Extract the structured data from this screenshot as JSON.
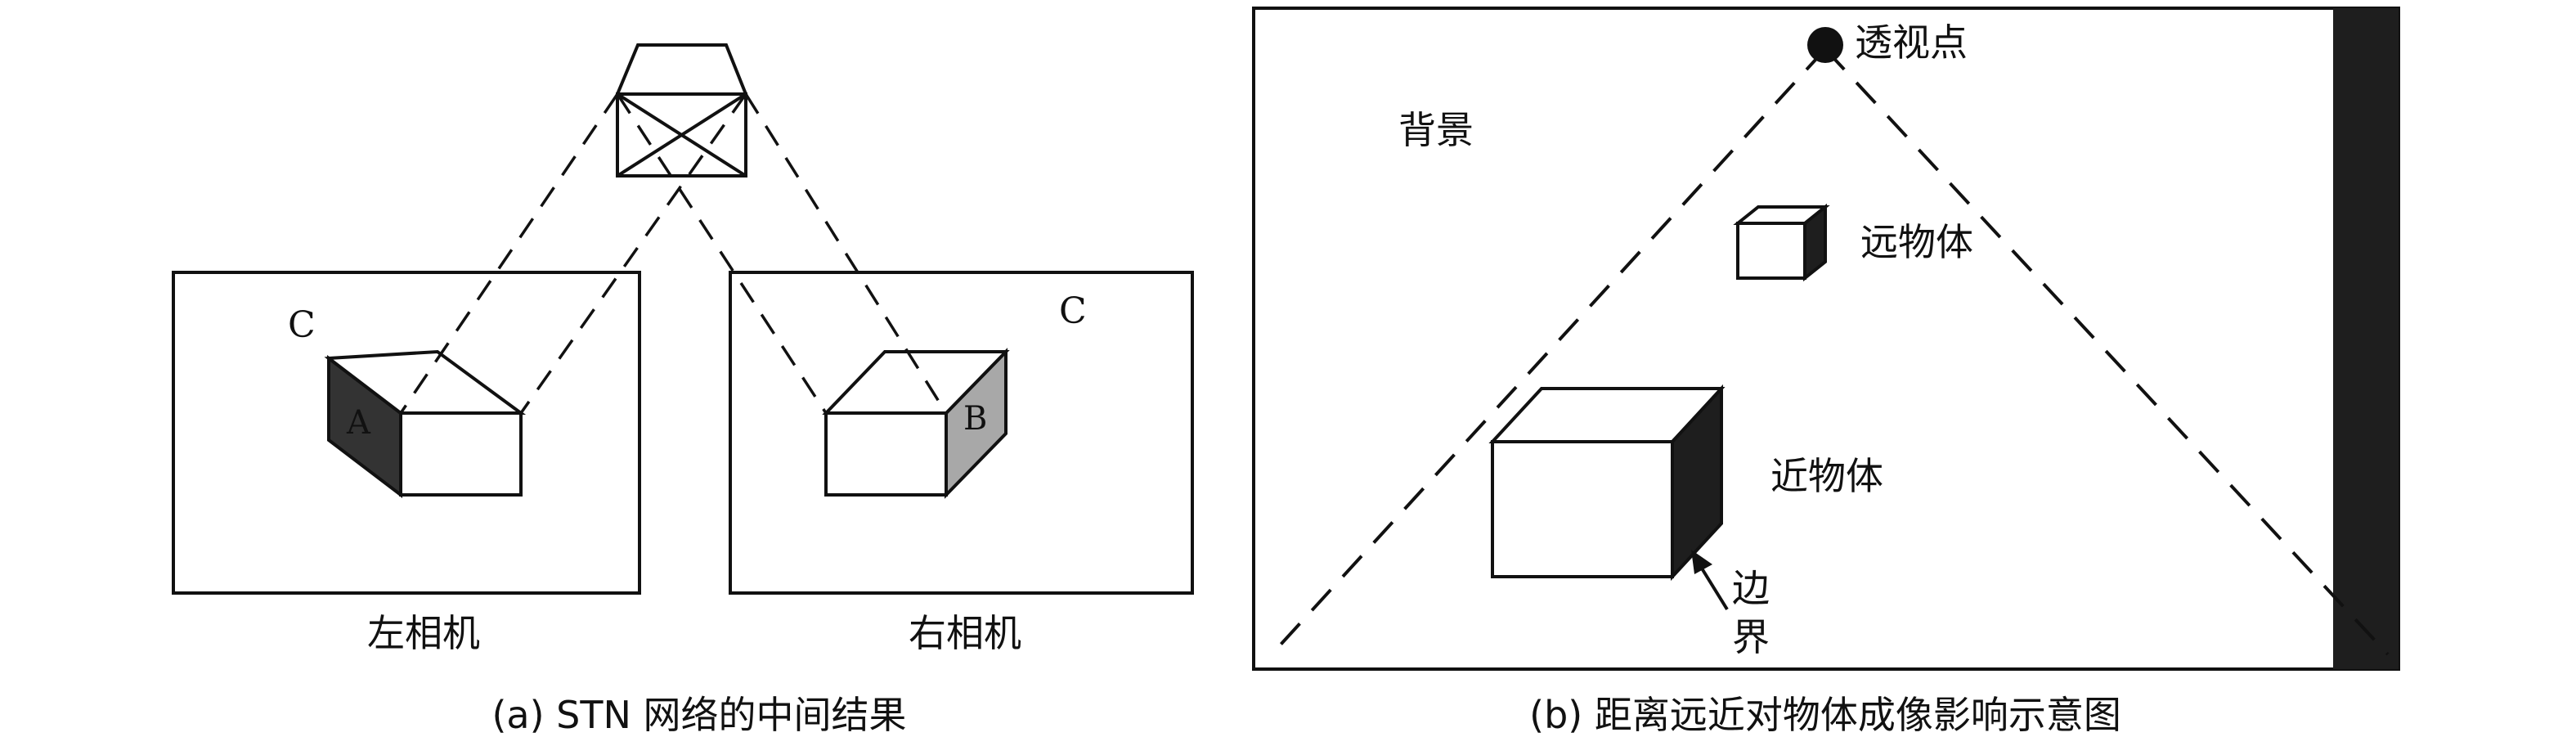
{
  "panel_a": {
    "left_box_label": "C",
    "right_box_label": "C",
    "face_a": "A",
    "face_b": "B",
    "left_camera": "左相机",
    "right_camera": "右相机",
    "caption": "(a) STN 网络的中间结果"
  },
  "panel_b": {
    "vanishing_point": "透视点",
    "background": "背景",
    "far_object": "远物体",
    "near_object": "近物体",
    "edge_line1": "边",
    "edge_line2": "界",
    "caption": "(b) 距离远近对物体成像影响示意图"
  },
  "colors": {
    "stroke": "#111111",
    "face_dark": "#333333",
    "face_gray": "#a8a8a8",
    "side_bar": "#1e1e1e"
  }
}
